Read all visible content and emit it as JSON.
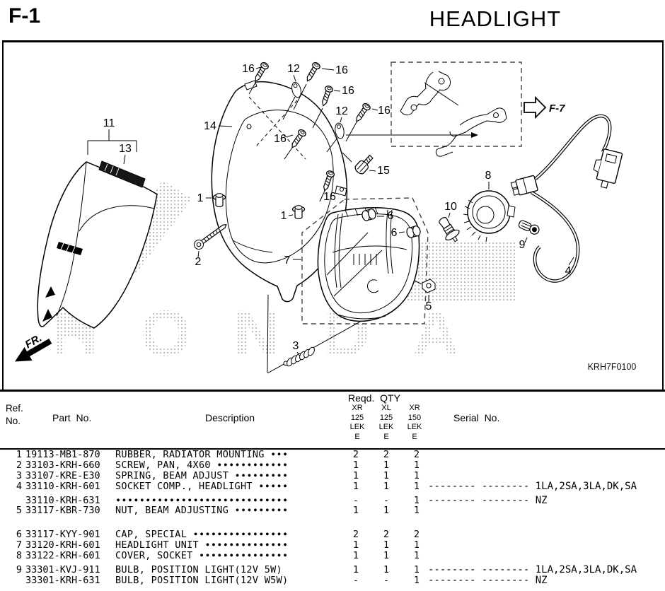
{
  "header": {
    "page_code": "F-1",
    "title": "HEADLIGHT"
  },
  "diagram": {
    "figure_code": "KRH7F0100",
    "front_arrow_label": "FR.",
    "cross_ref_label": "F-7",
    "watermark": "HONDA",
    "callouts": {
      "c1a": "1",
      "c1b": "1",
      "c2": "2",
      "c3": "3",
      "c4": "4",
      "c5": "5",
      "c6a": "6",
      "c6b": "6",
      "c7": "7",
      "c8": "8",
      "c9": "9",
      "c10": "10",
      "c11": "11",
      "c12a": "12",
      "c12b": "12",
      "c13": "13",
      "c14": "14",
      "c15": "15",
      "c16a": "16",
      "c16b": "16",
      "c16c": "16",
      "c16d": "16",
      "c16e": "16",
      "c16f": "16"
    }
  },
  "table": {
    "headers": {
      "ref_line1": "Ref.",
      "ref_line2": "No.",
      "part": "Part  No.",
      "description": "Description",
      "qty_group": "Reqd.  QTY",
      "serial": "Serial  No."
    },
    "qty_columns": [
      [
        "XR",
        "125",
        "LEK",
        "E"
      ],
      [
        "XL",
        "125",
        "LEK",
        "E"
      ],
      [
        "XR",
        "150",
        "LEK",
        "E"
      ]
    ],
    "groups": [
      {
        "rows": [
          {
            "ref": "1",
            "part": "19113-MB1-870",
            "desc": "RUBBER, RADIATOR MOUNTING ∙∙∙",
            "q1": "2",
            "q2": "2",
            "q3": "2",
            "serial": ""
          },
          {
            "ref": "2",
            "part": "33103-KRH-660",
            "desc": "SCREW, PAN, 4X60 ∙∙∙∙∙∙∙∙∙∙∙∙",
            "q1": "1",
            "q2": "1",
            "q3": "1",
            "serial": ""
          },
          {
            "ref": "3",
            "part": "33107-KRE-E30",
            "desc": "SPRING, BEAM ADJUST ∙∙∙∙∙∙∙∙∙",
            "q1": "1",
            "q2": "1",
            "q3": "1",
            "serial": ""
          },
          {
            "ref": "4",
            "part": "33110-KRH-601",
            "desc": "SOCKET COMP., HEADLIGHT ∙∙∙∙∙",
            "q1": "1",
            "q2": "1",
            "q3": "1",
            "serial": "-------- -------- 1LA,2SA,3LA,DK,SA"
          },
          {
            "ref": "",
            "part": "33110-KRH-631",
            "desc": "∙∙∙∙∙∙∙∙∙∙∙∙∙∙∙∙∙∙∙∙∙∙∙∙∙∙∙∙∙",
            "q1": "-",
            "q2": "-",
            "q3": "1",
            "serial": "-------- -------- NZ"
          },
          {
            "ref": "5",
            "part": "33117-KBR-730",
            "desc": "NUT, BEAM ADJUSTING ∙∙∙∙∙∙∙∙∙",
            "q1": "1",
            "q2": "1",
            "q3": "1",
            "serial": ""
          }
        ]
      },
      {
        "rows": [
          {
            "ref": "6",
            "part": "33117-KYY-901",
            "desc": "CAP, SPECIAL ∙∙∙∙∙∙∙∙∙∙∙∙∙∙∙∙",
            "q1": "2",
            "q2": "2",
            "q3": "2",
            "serial": ""
          },
          {
            "ref": "7",
            "part": "33120-KRH-601",
            "desc": "HEADLIGHT UNIT ∙∙∙∙∙∙∙∙∙∙∙∙∙∙",
            "q1": "1",
            "q2": "1",
            "q3": "1",
            "serial": ""
          },
          {
            "ref": "8",
            "part": "33122-KRH-601",
            "desc": "COVER, SOCKET ∙∙∙∙∙∙∙∙∙∙∙∙∙∙∙",
            "q1": "1",
            "q2": "1",
            "q3": "1",
            "serial": ""
          },
          {
            "ref": "9",
            "part": "33301-KVJ-911",
            "desc": "BULB, POSITION LIGHT(12V 5W)",
            "q1": "1",
            "q2": "1",
            "q3": "1",
            "serial": "-------- -------- 1LA,2SA,3LA,DK,SA"
          },
          {
            "ref": "",
            "part": "33301-KRH-631",
            "desc": "BULB, POSITION LIGHT(12V W5W)",
            "q1": "-",
            "q2": "-",
            "q3": "1",
            "serial": "-------- -------- NZ"
          }
        ]
      }
    ]
  }
}
